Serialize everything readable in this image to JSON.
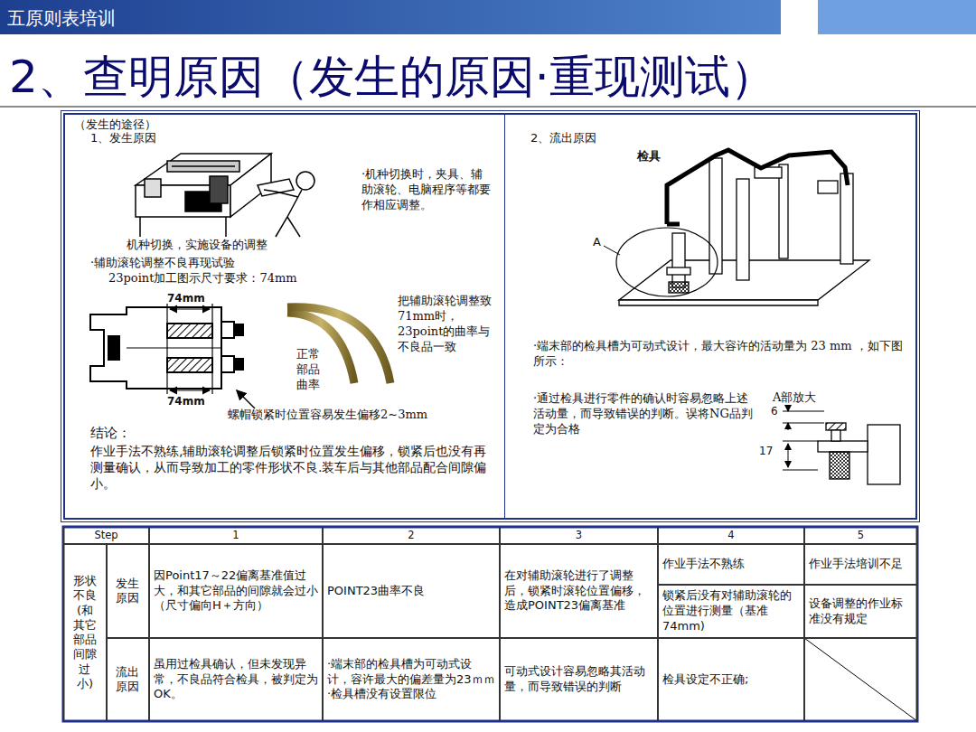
{
  "diagram": {
    "title": "2、查明原因（发生的原因·重现测试）",
    "nodes": [
      {
        "text": [
          "五原则表培训"
        ]
      },
      {
        "text": [
          "（发生的途径）"
        ]
      },
      {
        "text": [
          "1、发生原因",
          "·机种切换时，夹具、辅助滚轮、电脑程序等都要作相应调整。",
          "机种切换，实施设备的调整",
          "·辅助滚轮调整不良再现试验",
          "23point加工图示尺寸要求：74mm",
          "74mm",
          "74mm",
          "把辅助滚轮调整致71mm时，23point的曲率与不良品一致",
          "正常部品曲率",
          "螺帽锁紧时位置容易发生偏移2~3mm",
          "结论：",
          "作业手法不熟练,辅助滚轮调整后锁紧时位置发生偏移，锁紧后也没有再测量确认，从而导致加工的零件形状不良.装车后与其他部品配合间隙偏小。"
        ],
        "in": 1
      },
      {
        "text": [
          "2、流出原因",
          "检具",
          "A",
          "·端末部的检具槽为可动式设计，最大容许的活动量为 23 mm ，如下图所示：",
          "·通过检具进行零件的确认时容易忽略上述活动量，而导致错误的判断。误将NG品判定为合格",
          "A部放大",
          "6",
          "17"
        ],
        "in": 1
      }
    ],
    "labels": [
      "Step",
      "1",
      "2",
      "3",
      "4",
      "5",
      "形状不良(和其它部品间隙过小)",
      "发生原因",
      "因Point17～22偏离基准值过大，和其它部品的间隙就会过小（尺寸偏向H＋方向）",
      "POINT23曲率不良",
      "在对辅助滚轮进行了调整后，锁紧时滚轮位置偏移，造成POINT23偏离基准",
      "作业手法不熟练",
      "作业手法培训不足",
      "锁紧后没有对辅助滚轮的位置进行测量（基准74mm)",
      "设备调整的作业标准没有规定",
      "流出原因",
      "虽用过检具确认，但未发现异常，不良品符合检具，被判定为OK。",
      "·端末部的检具槽为可动式设计，容许最大的偏差量为23ｍｍ·检具槽没有设置限位",
      "可动式设计容易忽略其活动量，而导致错误的判断",
      "检具设定不正确;"
    ]
  }
}
